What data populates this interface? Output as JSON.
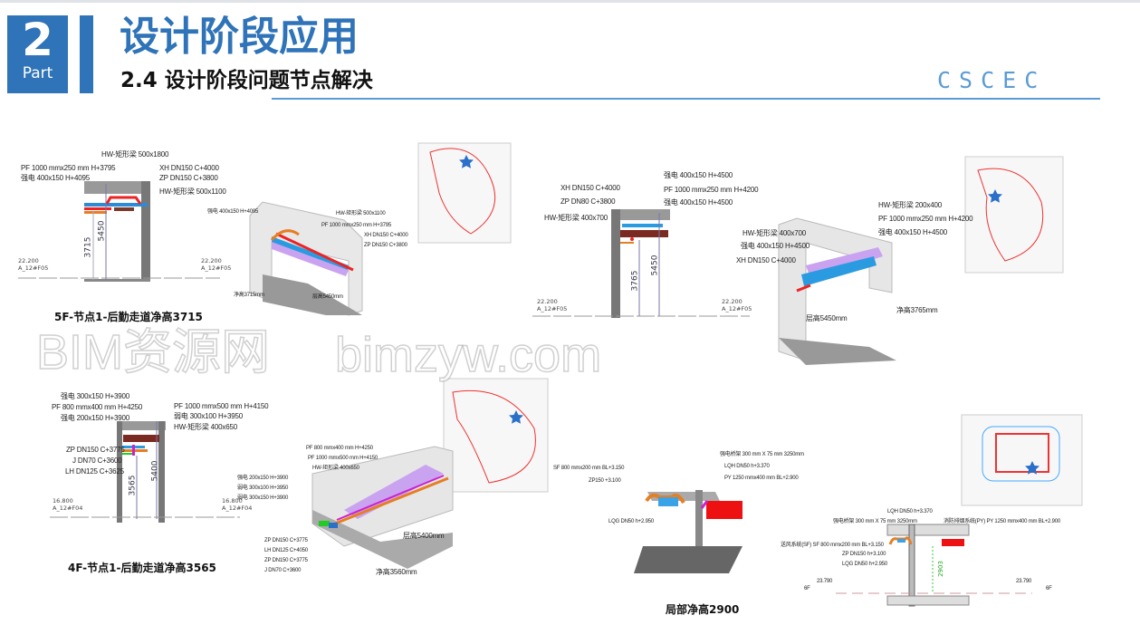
{
  "header": {
    "part_number": "2",
    "part_label": "Part",
    "title": "设计阶段应用",
    "subtitle": "2.4 设计阶段问题节点解决",
    "logo": "CSCEC",
    "accent": "#2f73b8"
  },
  "watermark": {
    "line1": "BIM资源网",
    "line2": "bimzyw.com"
  },
  "d5f": {
    "labels": [
      "HW-矩形梁 500x1800",
      "PF 1000 mmx250 mm H+3795",
      "强电 400x150 H+4095",
      "XH DN150 C+4000",
      "ZP DN150 C+3800",
      "HW-矩形梁 500x1100"
    ],
    "dims": [
      "3715",
      "5450"
    ],
    "elev": "22.200\nA_12#F05",
    "caption": "5F-节点1-后勤走道净高3715"
  },
  "d5f3d": {
    "labels": [
      "强电 400x150 H+4095",
      "HW-矩形梁 500x1100",
      "PF 1000 mmx250 mm H+3795",
      "XH DN150 C+4000",
      "ZP DN150 C+3800",
      "净高3715mm",
      "层高5450mm"
    ]
  },
  "dmid": {
    "labels": [
      "强电 400x150 H+4500",
      "XH DN150 C+4000",
      "PF 1000 mmx250 mm H+4200",
      "ZP DN80 C+3800",
      "强电 400x150 H+4500",
      "HW-矩形梁 400x700"
    ],
    "dims": [
      "3765",
      "5450"
    ],
    "elev": "22.200\nA_12#F05"
  },
  "dmid3d": {
    "labels": [
      "HW-矩形梁 200x400",
      "PF 1000 mmx250 mm H+4200",
      "强电 400x150 H+4500",
      "HW-矩形梁 400x700",
      "强电 400x150 H+4500",
      "XH DN150 C+4000",
      "净高3765mm",
      "层高5450mm"
    ]
  },
  "d4f": {
    "labels": [
      "强电 300x150 H+3900",
      "PF 800 mmx400 mm H+4250",
      "强电 200x150 H+3900",
      "PF 1000 mmx500 mm H+4150",
      "弱电 300x100 H+3950",
      "HW-矩形梁 400x650",
      "ZP DN150 C+3775",
      "J DN70 C+3600",
      "LH DN125 C+3625"
    ],
    "dims": [
      "3565",
      "5400"
    ],
    "elev": "16.800\nA_12#F04",
    "caption": "4F-节点1-后勤走道净高3565"
  },
  "d4f3d": {
    "labels": [
      "PF 800 mmx400 mm H+4250",
      "PF 1000 mmx500 mm H+4150",
      "HW-矩形梁 400x650",
      "强电 200x150 H+3900",
      "弱电 300x100 H+3950",
      "弱电 300x150 H+3900",
      "ZP DN150 C+3775",
      "LH DN125 C+4050",
      "ZP DN150 C+3775",
      "J DN70 C+3600",
      "层高5400mm",
      "净高3560mm"
    ]
  },
  "dlocal": {
    "labels": [
      "强电桥架 300 mm X 75 mm 3250mm",
      "SF 800 mmx200 mm BL+3.150",
      "LQH DN50 h+3.370",
      "ZP150 +3.100",
      "PY 1250 mmx400 mm BL+2.900",
      "LQG DN50 h+2.950"
    ],
    "caption": "局部净高2900"
  },
  "dsec": {
    "labels": [
      "LQH DN50 h+3.370",
      "强电桥架 300 mm X 75 mm 3250mm",
      "消防排烟系统(PY) PY 1250 mmx400 mm BL+2.900",
      "送风系统(SF) SF 800 mmx200 mm BL+3.150",
      "ZP DN150 h+3.100",
      "LQG DN50 h+2.950"
    ],
    "dim": "2903",
    "elev": "23.790",
    "floor": "6F"
  }
}
